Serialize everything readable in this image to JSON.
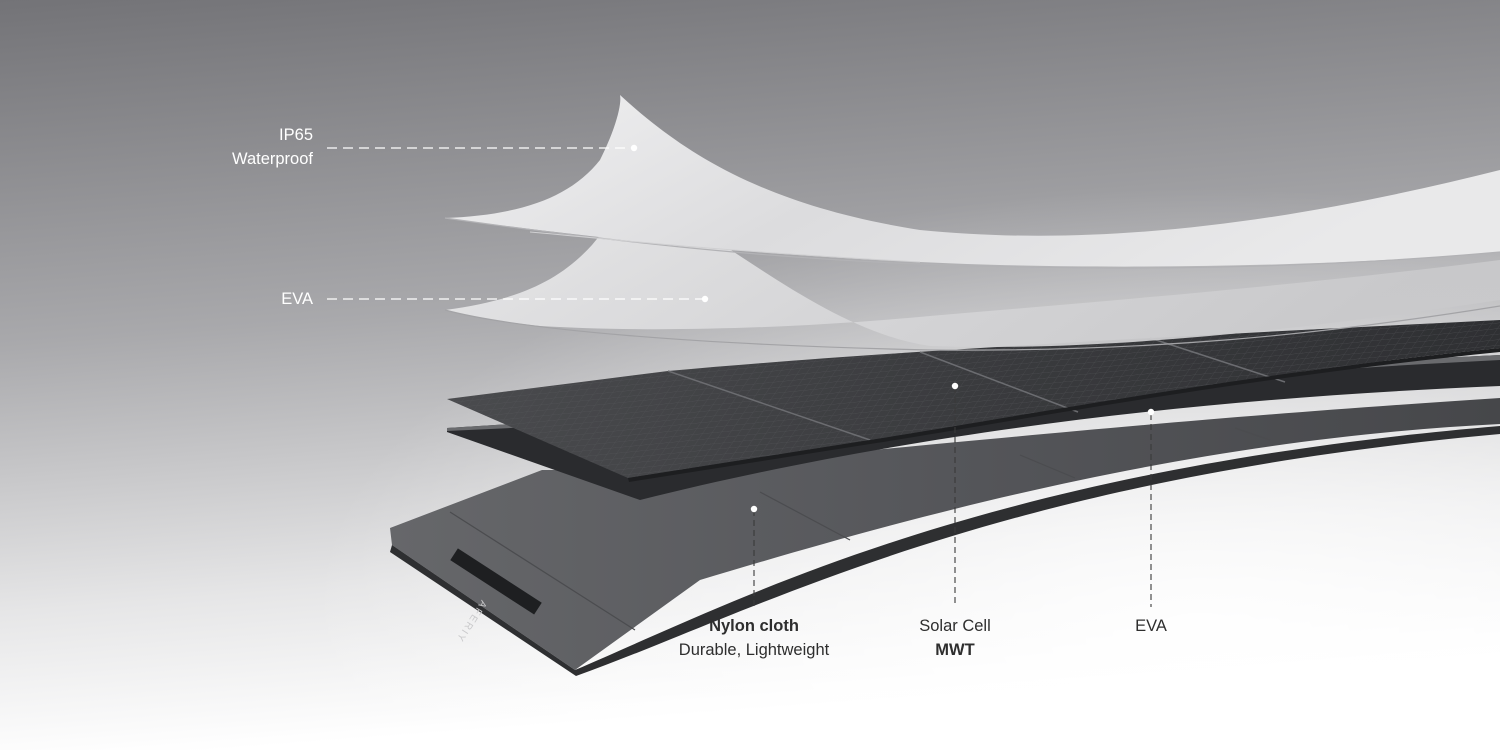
{
  "brand": {
    "logo_text": "AFERIY"
  },
  "callouts": [
    {
      "id": "ip65",
      "lines": [
        "IP65",
        "Waterproof"
      ]
    },
    {
      "id": "eva-top",
      "lines": [
        "EVA"
      ]
    },
    {
      "id": "nylon",
      "lines": [
        "Nylon cloth",
        "Durable, Lightweight"
      ]
    },
    {
      "id": "solar",
      "lines": [
        "Solar Cell",
        "MWT"
      ]
    },
    {
      "id": "eva-bottom",
      "lines": [
        "EVA"
      ]
    }
  ],
  "colors": {
    "background_top": "#76767a",
    "background_bottom": "#ffffff",
    "film": "#e6e6e8",
    "cell": "#3d3e41",
    "nylon": "#5d5e60",
    "callout_light": "#ffffff",
    "callout_dark": "#2e2e2e"
  }
}
